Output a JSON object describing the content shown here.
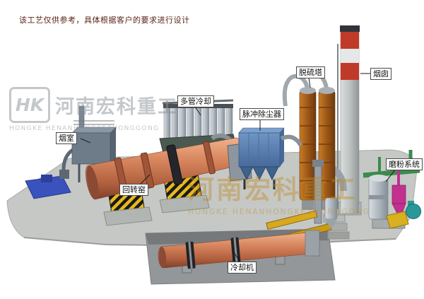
{
  "disclaimer": "该工艺仅供参考，具体根据客户的要求进行设计",
  "watermark_logo": {
    "initials": "HK",
    "brand_cn": "河南宏科重工",
    "brand_en": "HONGKE HENANHONGKEZHONGGONG"
  },
  "watermark_center": {
    "brand_cn": "河南宏科重工",
    "brand_en": "HONGKE HENANHONGKEZHONGGONG"
  },
  "labels": {
    "smoke_chamber": "烟室",
    "rotary_kiln": "回转窑",
    "multi_tube_cooler": "多管冷却",
    "pulse_dust_collector": "脉冲除尘器",
    "desulfurization_tower": "脱硫塔",
    "chimney": "烟囱",
    "grinding_system": "磨粉系统",
    "cooling_machine": "冷却机"
  },
  "colors": {
    "kiln_salmon": "#cf8060",
    "dust_collector_blue": "#5b83b5",
    "tower_brown": "#a85f1e",
    "chimney_red": "#c03a2a",
    "hazard_yellow": "#e6b91e",
    "plate_blue": "#3a52bd",
    "cyclone_magenta": "#c23090",
    "fan_teal": "#2a9898",
    "pipe_green": "#3c8a4c",
    "platform_gray": "#c5c8c5"
  }
}
